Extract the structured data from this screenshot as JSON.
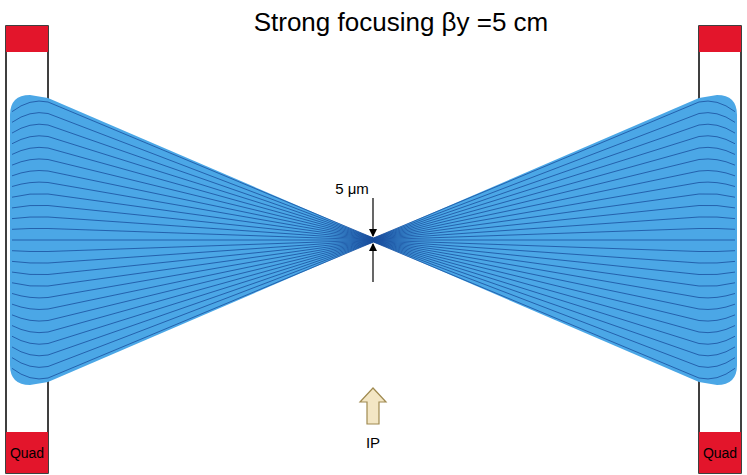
{
  "diagram": {
    "title": "Strong focusing βy =5 cm",
    "nodes": [
      {
        "text": [
          "Quad"
        ]
      },
      {
        "text": [
          "Quad"
        ]
      }
    ],
    "labels": [
      "5 μm",
      "IP"
    ]
  }
}
